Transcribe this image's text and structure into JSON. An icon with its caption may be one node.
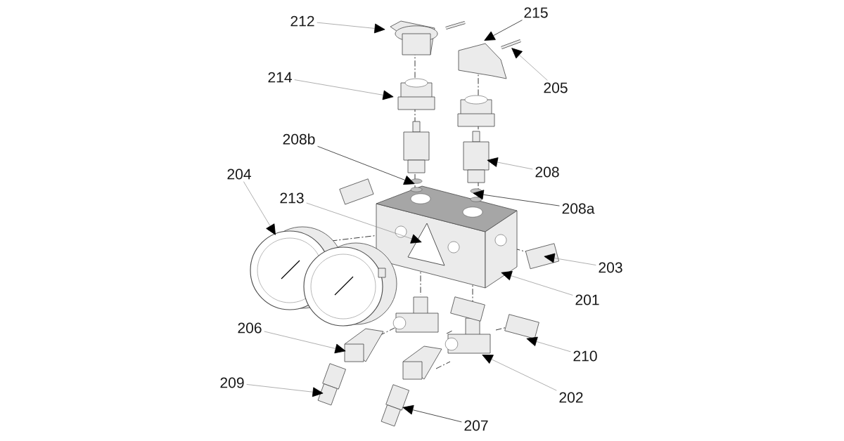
{
  "diagram": {
    "nodes": [
      {
        "text": [
          "212"
        ]
      },
      {
        "text": [
          "215"
        ]
      },
      {
        "text": [
          "205"
        ]
      },
      {
        "text": [
          "214"
        ]
      },
      {
        "text": [
          "208b"
        ]
      },
      {
        "text": [
          "208"
        ]
      },
      {
        "text": [
          "204"
        ]
      },
      {
        "text": [
          "213"
        ]
      },
      {
        "text": [
          "208a"
        ]
      },
      {
        "text": [
          "203"
        ]
      },
      {
        "text": [
          "201"
        ]
      },
      {
        "text": [
          "206"
        ]
      },
      {
        "text": [
          "210"
        ]
      },
      {
        "text": [
          "209"
        ]
      },
      {
        "text": [
          "202"
        ]
      },
      {
        "text": [
          "207"
        ]
      }
    ],
    "edges": [
      {
        "from": 0,
        "to": null,
        "arrow": "to"
      },
      {
        "from": 1,
        "to": null,
        "arrow": "to",
        "color": "#000000"
      },
      {
        "from": 2,
        "to": null,
        "arrow": "to"
      },
      {
        "from": 3,
        "to": null,
        "arrow": "to"
      },
      {
        "from": 4,
        "to": null,
        "arrow": "to",
        "color": "#000000"
      },
      {
        "from": 5,
        "to": null,
        "arrow": "to"
      },
      {
        "from": 6,
        "to": null,
        "arrow": "to"
      },
      {
        "from": 7,
        "to": null,
        "arrow": "to"
      },
      {
        "from": 8,
        "to": null,
        "arrow": "to",
        "color": "#000000"
      },
      {
        "from": 9,
        "to": null,
        "arrow": "to"
      },
      {
        "from": 10,
        "to": null,
        "arrow": "to"
      },
      {
        "from": 11,
        "to": null,
        "arrow": "to"
      },
      {
        "from": 12,
        "to": null,
        "arrow": "to"
      },
      {
        "from": 13,
        "to": null,
        "arrow": "to"
      },
      {
        "from": 14,
        "to": null,
        "arrow": "to"
      },
      {
        "from": 15,
        "to": null,
        "arrow": "to",
        "color": "#000000"
      }
    ]
  }
}
